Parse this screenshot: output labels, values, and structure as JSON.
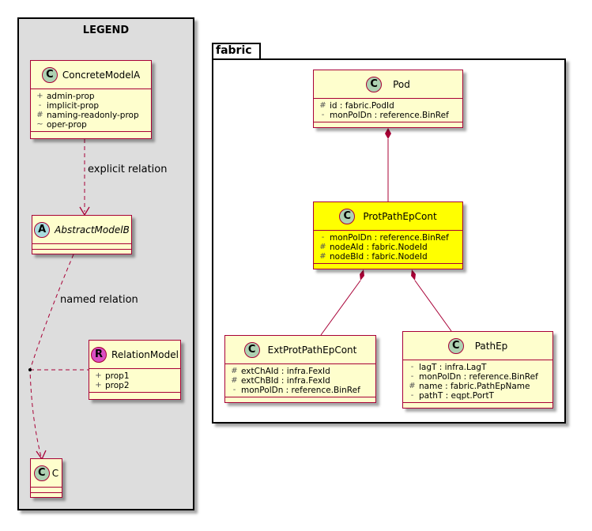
{
  "legend": {
    "title": "LEGEND",
    "concrete": {
      "stereotype": "C",
      "name": "ConcreteModelA",
      "attrs": [
        {
          "vis": "+",
          "text": "admin-prop"
        },
        {
          "vis": "-",
          "text": "implicit-prop"
        },
        {
          "vis": "#",
          "text": "naming-readonly-prop"
        },
        {
          "vis": "~",
          "text": "oper-prop"
        }
      ]
    },
    "abstract": {
      "stereotype": "A",
      "name": "AbstractModelB"
    },
    "relation": {
      "stereotype": "R",
      "name": "RelationModel",
      "attrs": [
        {
          "vis": "+",
          "text": "prop1"
        },
        {
          "vis": "+",
          "text": "prop2"
        }
      ]
    },
    "c": {
      "stereotype": "C",
      "name": "C"
    },
    "explicit_label": "explicit relation",
    "named_label": "named relation"
  },
  "package": {
    "name": "fabric",
    "classes": {
      "pod": {
        "stereotype": "C",
        "name": "Pod",
        "attrs": [
          {
            "vis": "#",
            "text": "id : fabric.PodId"
          },
          {
            "vis": "-",
            "text": "monPolDn : reference.BinRef"
          }
        ]
      },
      "protpath": {
        "stereotype": "C",
        "name": "ProtPathEpCont",
        "attrs": [
          {
            "vis": "-",
            "text": "monPolDn : reference.BinRef"
          },
          {
            "vis": "#",
            "text": "nodeAId : fabric.NodeId"
          },
          {
            "vis": "#",
            "text": "nodeBId : fabric.NodeId"
          }
        ]
      },
      "ext": {
        "stereotype": "C",
        "name": "ExtProtPathEpCont",
        "attrs": [
          {
            "vis": "#",
            "text": "extChAId : infra.FexId"
          },
          {
            "vis": "#",
            "text": "extChBId : infra.FexId"
          },
          {
            "vis": "-",
            "text": "monPolDn : reference.BinRef"
          }
        ]
      },
      "pathep": {
        "stereotype": "C",
        "name": "PathEp",
        "attrs": [
          {
            "vis": "-",
            "text": "lagT : infra.LagT"
          },
          {
            "vis": "-",
            "text": "monPolDn : reference.BinRef"
          },
          {
            "vis": "#",
            "text": "name : fabric.PathEpName"
          },
          {
            "vis": "-",
            "text": "pathT : eqpt.PortT"
          }
        ]
      }
    }
  },
  "colors": {
    "class_fill": "#fefecd",
    "class_border": "#a80036",
    "highlight_fill": "#ffff00",
    "legend_bg": "#dddddd"
  }
}
